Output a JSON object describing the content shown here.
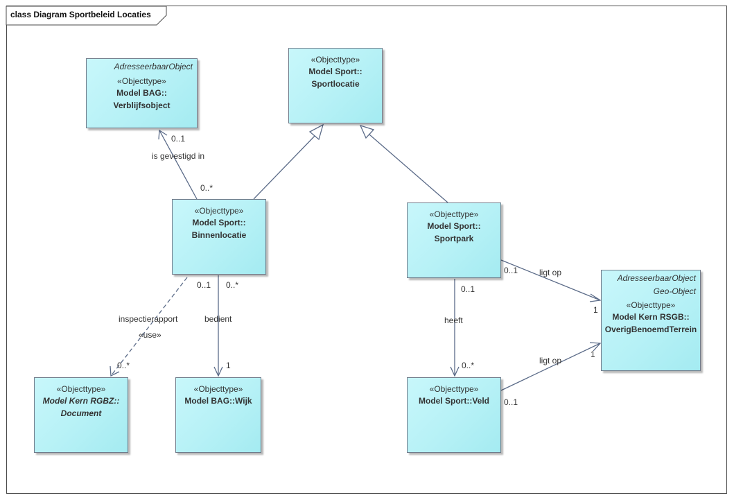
{
  "frame": {
    "title": "class Diagram Sportbeleid Locaties"
  },
  "classes": {
    "verblijfsobject": {
      "tagged_value": "AdresseerbaarObject",
      "stereotype": "«Objecttype»",
      "name_line1": "Model BAG::",
      "name_line2": "Verblijfsobject"
    },
    "sportlocatie": {
      "stereotype": "«Objecttype»",
      "name_line1": "Model Sport::",
      "name_line2": "Sportlocatie"
    },
    "binnenlocatie": {
      "stereotype": "«Objecttype»",
      "name_line1": "Model Sport::",
      "name_line2": "Binnenlocatie"
    },
    "sportpark": {
      "stereotype": "«Objecttype»",
      "name_line1": "Model Sport::",
      "name_line2": "Sportpark"
    },
    "terrein": {
      "tagged_value_1": "AdresseerbaarObject",
      "tagged_value_2": "Geo-Object",
      "stereotype": "«Objecttype»",
      "name_line1": "Model Kern RSGB::",
      "name_line2": "OverigBenoemdTerrein"
    },
    "document": {
      "stereotype": "«Objecttype»",
      "name_line1": "Model Kern RGBZ::",
      "name_line2": "Document"
    },
    "wijk": {
      "stereotype": "«Objecttype»",
      "name_line1": "Model BAG::Wijk"
    },
    "veld": {
      "stereotype": "«Objecttype»",
      "name_line1": "Model Sport::Veld"
    }
  },
  "connectors": {
    "gevestigd": {
      "label": "is gevestigd in",
      "mult_target": "0..1",
      "mult_source": "0..*"
    },
    "inspectie": {
      "label": "inspectierapport",
      "stereotype": "«use»",
      "mult_source": "0..1",
      "mult_target": "0..*"
    },
    "bedient": {
      "label": "bedient",
      "mult_source": "0..*",
      "mult_target": "1"
    },
    "heeft": {
      "label": "heeft",
      "mult_source": "0..1",
      "mult_target": "0..*"
    },
    "ligtop_sportpark": {
      "label": "ligt op",
      "mult_source": "0..1",
      "mult_target": "1"
    },
    "ligtop_veld": {
      "label": "ligt op",
      "mult_source": "0..1",
      "mult_target": "1"
    }
  },
  "colors": {
    "class_fill": "#b6f1f6",
    "class_border": "#707b8a",
    "line": "#5b6b88"
  }
}
